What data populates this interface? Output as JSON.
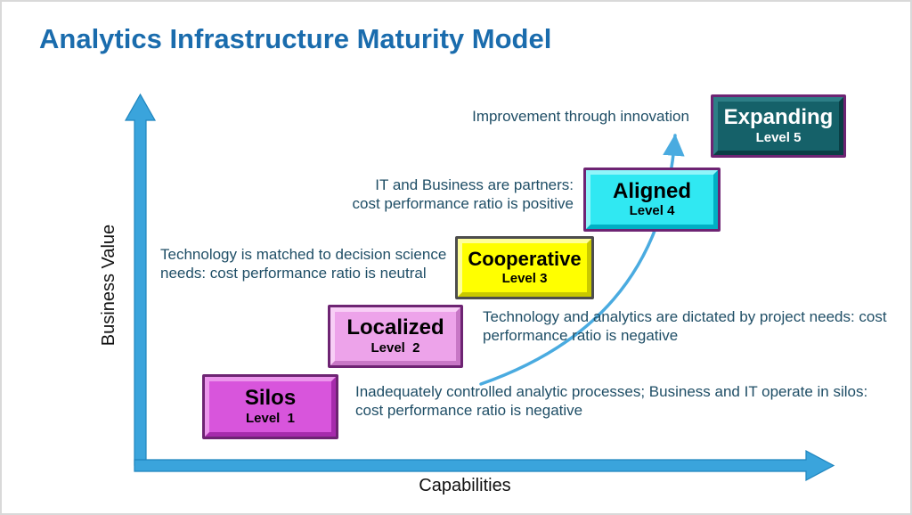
{
  "window": {
    "background": "#FFFFFF",
    "border_color": "#D9D9D9"
  },
  "title": {
    "text": "Analytics Infrastructure Maturity Model",
    "color": "#1A6CAD"
  },
  "axes": {
    "y_label": "Business Value",
    "x_label": "Capabilities",
    "arrow_fill": "#3AA4DC",
    "arrow_stroke": "#1F85BE"
  },
  "trend_arrow": {
    "color": "#4AABE0"
  },
  "text_color": "#1F4E66",
  "levels": [
    {
      "name": "Silos",
      "level": "Level  1",
      "fill": "#D855DC",
      "border": "#6E2473",
      "text_color": "#000000"
    },
    {
      "name": "Localized",
      "level": "Level  2",
      "fill": "#EDA3EA",
      "border": "#6E2473",
      "text_color": "#000000"
    },
    {
      "name": "Cooperative",
      "level": "Level 3",
      "fill": "#FFFF00",
      "border": "#4D4D4D",
      "text_color": "#000000"
    },
    {
      "name": "Aligned",
      "level": "Level 4",
      "fill": "#30E8F2",
      "border": "#6E2473",
      "text_color": "#000000"
    },
    {
      "name": "Expanding",
      "level": "Level 5",
      "fill": "#156169",
      "border": "#6E2473",
      "text_color": "#FFFFFF"
    }
  ],
  "annotations": [
    {
      "text": "Improvement through innovation"
    },
    {
      "text": "IT and Business are partners:\ncost performance ratio is positive"
    },
    {
      "text": "Technology is matched to decision science\nneeds: cost performance ratio is neutral"
    },
    {
      "text": "Technology and analytics are dictated by project needs: cost\nperformance ratio is negative"
    },
    {
      "text": "Inadequately controlled analytic processes; Business and IT operate in silos:\ncost performance ratio is negative"
    }
  ]
}
